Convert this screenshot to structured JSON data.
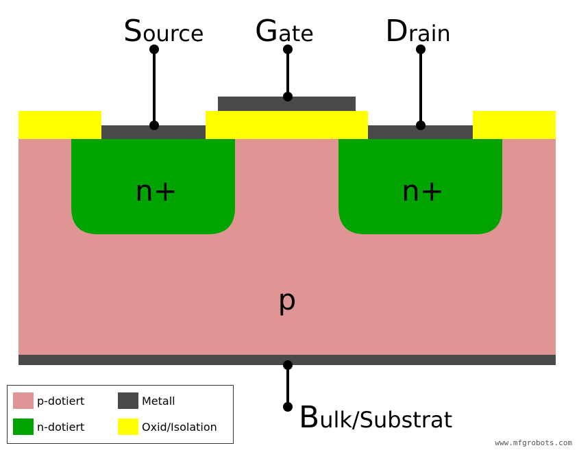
{
  "terminals": {
    "source": {
      "initial": "S",
      "rest": "ource"
    },
    "gate": {
      "initial": "G",
      "rest": "ate"
    },
    "drain": {
      "initial": "D",
      "rest": "rain"
    },
    "bulk": {
      "initial": "B",
      "rest": "ulk/Substrat"
    }
  },
  "regions": {
    "n_source": "n+",
    "n_drain": "n+",
    "substrate": "p"
  },
  "legend": {
    "items": [
      {
        "label": "p-dotiert",
        "color": "#e09595"
      },
      {
        "label": "Metall",
        "color": "#4a4a4a"
      },
      {
        "label": "n-dotiert",
        "color": "#00a300"
      },
      {
        "label": "Oxid/Isolation",
        "color": "#ffff00"
      }
    ]
  },
  "colors": {
    "p_doped": "#e09595",
    "n_doped": "#00a300",
    "metal": "#4a4a4a",
    "oxide": "#ffff00"
  },
  "watermark": "www.mfgrobots.com"
}
